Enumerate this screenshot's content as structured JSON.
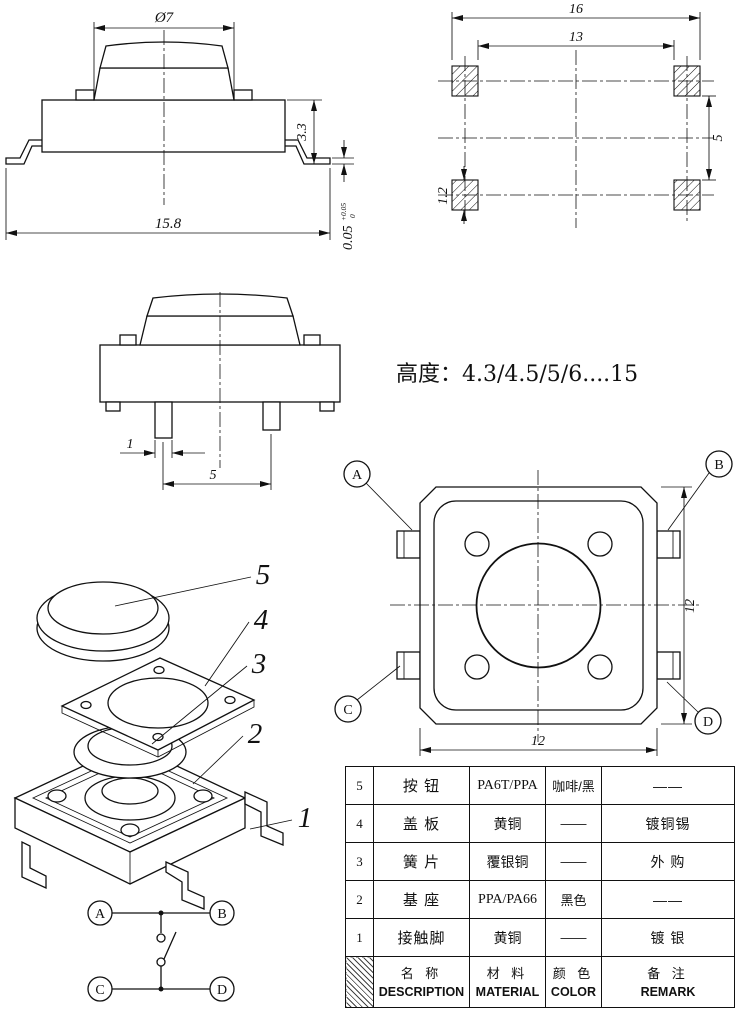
{
  "view_side_top": {
    "dim_cap_diameter": "Ø7",
    "dim_body_height": "3.3",
    "dim_total_width": "15.8",
    "dim_standoff": "0.05",
    "dim_standoff_tol_upper": "+0.05",
    "dim_standoff_tol_lower": "0"
  },
  "view_pad_layout": {
    "dim_outer_span": "16",
    "dim_inner_span": "13",
    "dim_row_gap": "5",
    "dim_pad_height": "1.2"
  },
  "view_side_tall": {
    "dim_pin_width": "1",
    "dim_pin_pitch": "5",
    "height_note": "高度：4.3/4.5/5/6....15"
  },
  "view_top": {
    "label_a": "A",
    "label_b": "B",
    "label_c": "C",
    "label_d": "D",
    "dim_width": "12",
    "dim_height": "12"
  },
  "exploded": {
    "part_5": "5",
    "part_4": "4",
    "part_3": "3",
    "part_2": "2",
    "part_1": "1"
  },
  "schematic": {
    "a": "A",
    "b": "B",
    "c": "C",
    "d": "D"
  },
  "table": {
    "rows": [
      {
        "no": "5",
        "name": "按 钮",
        "material": "PA6T/PPA",
        "color": "咖啡/黑",
        "remark": "——"
      },
      {
        "no": "4",
        "name": "盖 板",
        "material": "黄铜",
        "color": "——",
        "remark": "镀铜锡"
      },
      {
        "no": "3",
        "name": "簧 片",
        "material": "覆银铜",
        "color": "——",
        "remark": "外 购"
      },
      {
        "no": "2",
        "name": "基 座",
        "material": "PPA/PA66",
        "color": "黑色",
        "remark": "——"
      },
      {
        "no": "1",
        "name": "接触脚",
        "material": "黄铜",
        "color": "——",
        "remark": "镀 银"
      }
    ],
    "header": {
      "name_cn": "名  称",
      "name_en": "DESCRIPTION",
      "material_cn": "材  料",
      "material_en": "MATERIAL",
      "color_cn": "颜  色",
      "color_en": "COLOR",
      "remark_cn": "备  注",
      "remark_en": "REMARK"
    }
  }
}
